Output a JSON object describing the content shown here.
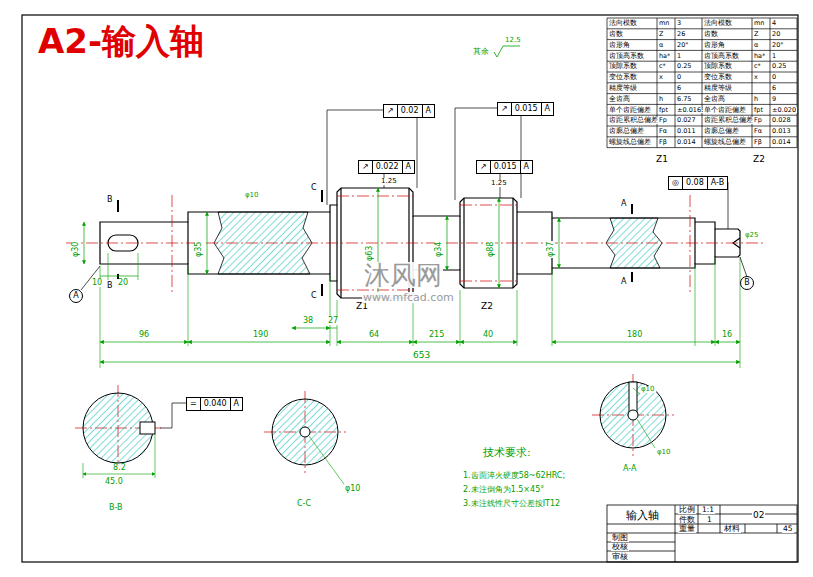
{
  "diagram": {
    "title": "A2-输入轴",
    "nodes": [
      {
        "text": [
          "↗",
          "0.02",
          "A"
        ]
      },
      {
        "text": [
          "↗",
          "0.015",
          "A"
        ]
      },
      {
        "text": [
          "↗",
          "0.022",
          "A"
        ]
      },
      {
        "text": [
          "↗",
          "0.015",
          "A"
        ]
      },
      {
        "text": [
          "◎",
          "0.08",
          "A-B"
        ]
      },
      {
        "text": [
          "=",
          "0.040",
          "A"
        ]
      },
      {
        "text": [
          "A"
        ]
      },
      {
        "text": [
          "B"
        ]
      }
    ],
    "labels": [
      "法向模数",
      "mn",
      "3",
      "法向模数",
      "mn",
      "4",
      "齿数",
      "Z",
      "26",
      "齿数",
      "Z",
      "20",
      "齿形角",
      "α",
      "20°",
      "齿形角",
      "α",
      "20°",
      "齿顶高系数",
      "ha*",
      "1",
      "齿顶高系数",
      "ha*",
      "1",
      "顶隙系数",
      "c*",
      "0.25",
      "顶隙系数",
      "c*",
      "0.25",
      "变位系数",
      "x",
      "0",
      "变位系数",
      "x",
      "0",
      "精度等级",
      "6",
      "精度等级",
      "6",
      "全齿高",
      "h",
      "6.75",
      "全齿高",
      "h",
      "9",
      "单个齿距偏差",
      "fpt",
      "±0.0165",
      "单个齿距偏差",
      "fpt",
      "±0.020",
      "齿距累积总偏差",
      "Fp",
      "0.027",
      "齿距累积总偏差",
      "Fp",
      "0.028",
      "齿廓总偏差",
      "Fα",
      "0.011",
      "齿廓总偏差",
      "Fα",
      "0.013",
      "螺旋线总偏差",
      "Fβ",
      "0.014",
      "螺旋线总偏差",
      "Fβ",
      "0.014",
      "输入轴",
      "比例",
      "1:1",
      "02",
      "件数",
      "1",
      "重量",
      "材料",
      "45",
      "制图",
      "校核",
      "审核",
      "其余",
      "12.5",
      "Z1",
      "Z2",
      "1.25",
      "1.25",
      "B",
      "B",
      "C",
      "C",
      "A",
      "A",
      "φ30",
      "φ35",
      "φ10",
      "φ63",
      "φ34",
      "φ88",
      "φ37",
      "φ25",
      "10",
      "20",
      "96",
      "190",
      "38",
      "27",
      "64",
      "215",
      "40",
      "180",
      "16",
      "653",
      "Z1",
      "Z2",
      "B-B",
      "45.0",
      "8.2",
      "C-C",
      "φ10",
      "A-A",
      "φ10",
      "φ10",
      "技术要求:",
      "1.齿面淬火硬度58~62HRC;",
      "2.未注倒角为1.5×45°",
      "3.未注线性尺寸公差按IT12",
      "沐风网",
      "www.mfcad.com"
    ]
  }
}
